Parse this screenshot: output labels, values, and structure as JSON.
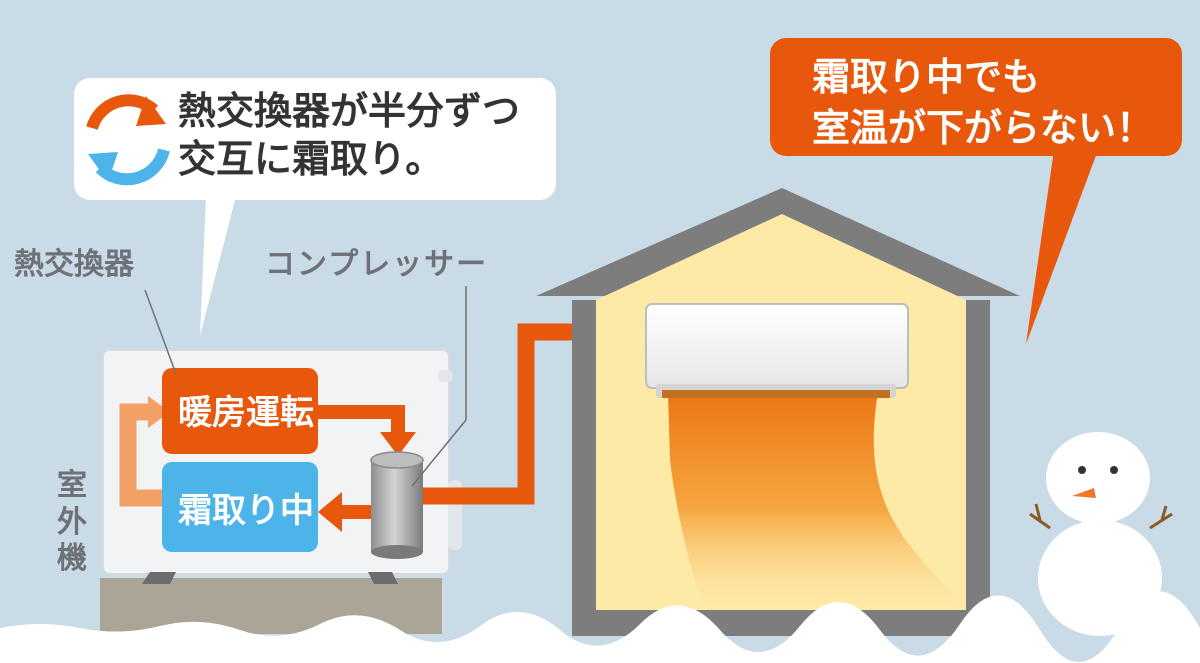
{
  "bubble_left": {
    "line1": "熱交換器が半分ずつ",
    "line2": "交互に霜取り。"
  },
  "bubble_right": {
    "line1": "霜取り中でも",
    "line2": "室温が下がらない！"
  },
  "labels": {
    "heat_exchanger": "熱交換器",
    "compressor": "コンプレッサー",
    "outdoor_unit": "室外機"
  },
  "boxes": {
    "heating": "暖房運転",
    "defrosting": "霜取り中"
  },
  "colors": {
    "background": "#c9dbe6",
    "orange": "#e8580c",
    "light_orange": "#f2a065",
    "blue": "#4cb4e8",
    "gray": "#7d7d7d",
    "house_inside": "#fdeaa7",
    "warm_air": "#f08a1e"
  }
}
